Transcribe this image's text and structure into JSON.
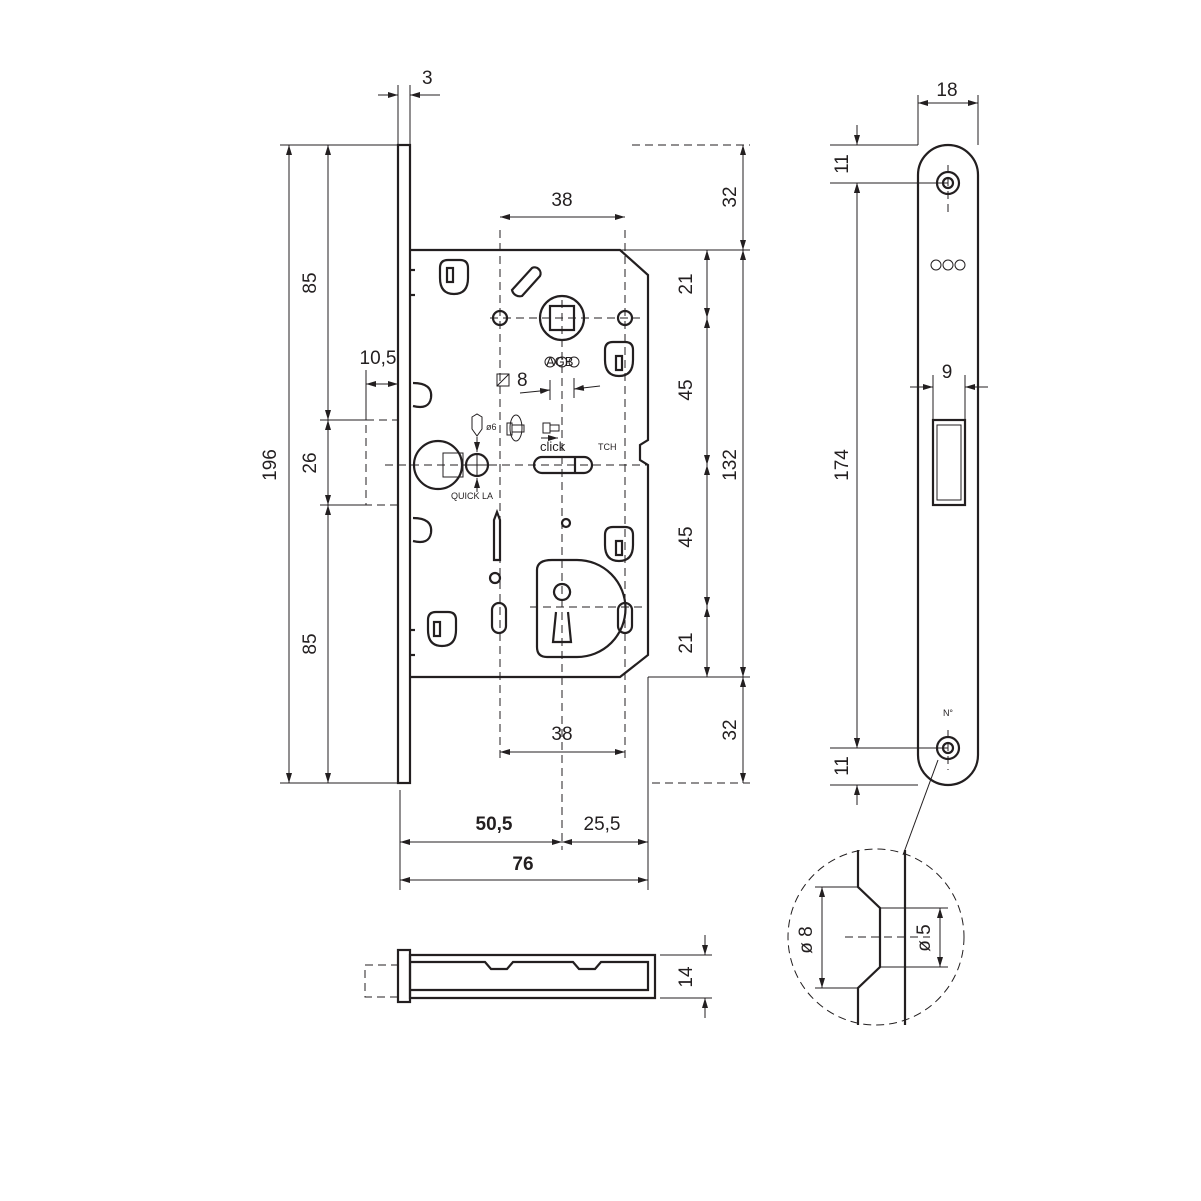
{
  "dimensions": {
    "plate_thickness": "3",
    "total_height": "196",
    "upper_85": "85",
    "latch_26": "26",
    "lower_85": "85",
    "latch_projection": "10,5",
    "top_38": "38",
    "bottom_38": "38",
    "square_8": "8",
    "top_32": "32",
    "body_132": "132",
    "bottom_32": "32",
    "top_21": "21",
    "upper_45": "45",
    "lower_45": "45",
    "bottom_21": "21",
    "backset_50_5": "50,5",
    "rest_25_5": "25,5",
    "depth_76": "76",
    "bolt_14": "14",
    "faceplate_width_18": "18",
    "faceplate_11_top": "11",
    "faceplate_174": "174",
    "faceplate_11_bottom": "11",
    "latch_window_9": "9",
    "countersink_8": "ø 8",
    "hole_5": "ø 5"
  },
  "labels": {
    "o6": "ø6",
    "click": "click",
    "tch": "TCH",
    "quick_latch": "QUICK LA",
    "number": "N°",
    "logo": "AGB"
  }
}
